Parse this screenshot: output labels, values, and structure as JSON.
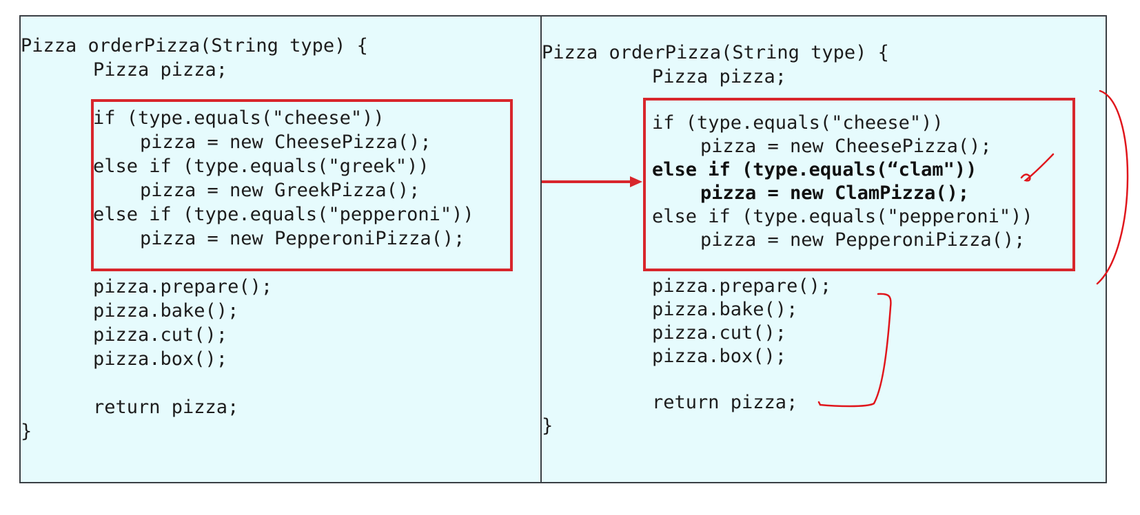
{
  "left": {
    "lines": [
      "Pizza orderPizza(String type) {",
      "Pizza pizza;",
      "if (type.equals(\"cheese\"))",
      "pizza = new CheesePizza();",
      "else if (type.equals(\"greek\"))",
      "pizza = new GreekPizza();",
      "else if (type.equals(\"pepperoni\"))",
      "pizza = new PepperoniPizza();",
      "pizza.prepare();",
      "pizza.bake();",
      "pizza.cut();",
      "pizza.box();",
      "return pizza;",
      "}"
    ]
  },
  "right": {
    "lines": [
      "Pizza orderPizza(String type) {",
      "Pizza pizza;",
      "if (type.equals(\"cheese\"))",
      "pizza = new CheesePizza();",
      "else if (type.equals(“clam\"))",
      "pizza = new ClamPizza();",
      "else if (type.equals(\"pepperoni\"))",
      "pizza = new PepperoniPizza();",
      "pizza.prepare();",
      "pizza.bake();",
      "pizza.cut();",
      "pizza.box();",
      "return pizza;",
      "}"
    ]
  },
  "colors": {
    "panel_bg": "#e6fbfd",
    "panel_border": "#3a3f44",
    "highlight": "#d8262c",
    "code": "#1d1d1d"
  }
}
